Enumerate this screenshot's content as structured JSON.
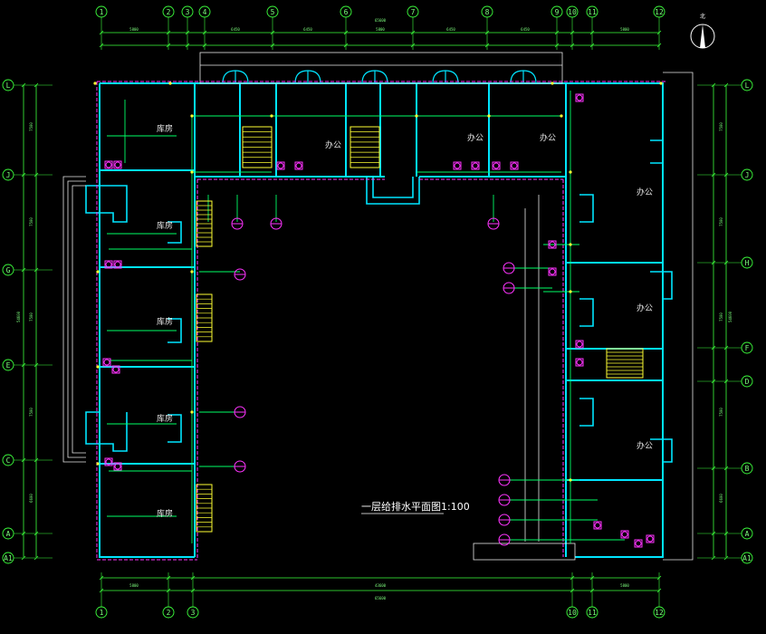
{
  "drawing": {
    "title": "一层给排水平面图1:100",
    "north_label": "北"
  },
  "axes_top": [
    "1",
    "2",
    "3",
    "4",
    "5",
    "6",
    "7",
    "8",
    "9",
    "10",
    "11",
    "12"
  ],
  "axes_bottom": [
    "1",
    "2",
    "3",
    "10",
    "11",
    "12"
  ],
  "axes_left": [
    "L",
    "J",
    "G",
    "E",
    "C",
    "A",
    "A1"
  ],
  "axes_right": [
    "L",
    "J",
    "H",
    "F",
    "D",
    "B",
    "A",
    "A1"
  ],
  "rooms": [
    {
      "key": "r1",
      "label": "库房"
    },
    {
      "key": "r2",
      "label": "库房"
    },
    {
      "key": "r3",
      "label": "库房"
    },
    {
      "key": "r4",
      "label": "库房"
    },
    {
      "key": "r5",
      "label": "库房"
    },
    {
      "key": "o1",
      "label": "办公"
    },
    {
      "key": "o2",
      "label": "办公"
    },
    {
      "key": "o3",
      "label": "办公"
    },
    {
      "key": "o4",
      "label": "办公"
    },
    {
      "key": "o5",
      "label": "办公"
    },
    {
      "key": "o6",
      "label": "办公"
    }
  ],
  "colors": {
    "wall": "#00E5FF",
    "dim": "#3CFF3C",
    "pipe_green": "#00FF66",
    "pipe_magenta": "#FF33FF",
    "stair": "#FFFF33",
    "text": "#FFFFFF",
    "bg": "#000000"
  }
}
